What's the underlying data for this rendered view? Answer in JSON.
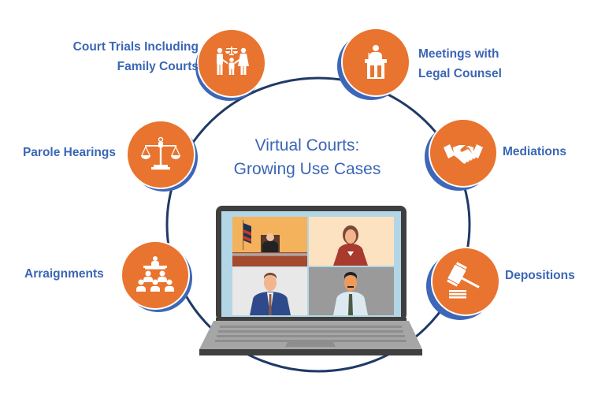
{
  "title": {
    "line1": "Virtual Courts:",
    "line2": "Growing Use Cases"
  },
  "use_cases": [
    {
      "id": "court-trials",
      "line1": "Court Trials Including",
      "line2": "Family Courts",
      "icon": "family-scales-icon"
    },
    {
      "id": "meetings",
      "line1": "Meetings with",
      "line2": "Legal Counsel",
      "icon": "podium-speaker-icon"
    },
    {
      "id": "parole",
      "line1": "Parole Hearings",
      "icon": "scales-of-justice-icon"
    },
    {
      "id": "mediations",
      "line1": "Mediations",
      "icon": "handshake-icon"
    },
    {
      "id": "arraignments",
      "line1": "Arraignments",
      "icon": "audience-judge-icon"
    },
    {
      "id": "depositions",
      "line1": "Depositions",
      "icon": "gavel-icon"
    }
  ],
  "laptop": {
    "participants": [
      "judge",
      "female-lawyer",
      "male-lawyer",
      "witness"
    ]
  },
  "colors": {
    "accent_orange": "#e8742f",
    "accent_blue": "#3b66b5",
    "ring_navy": "#1f3a66",
    "laptop_dark": "#3f3f3f",
    "laptop_gray": "#a6a6a6",
    "screen_bezel": "#b3d6e6"
  }
}
